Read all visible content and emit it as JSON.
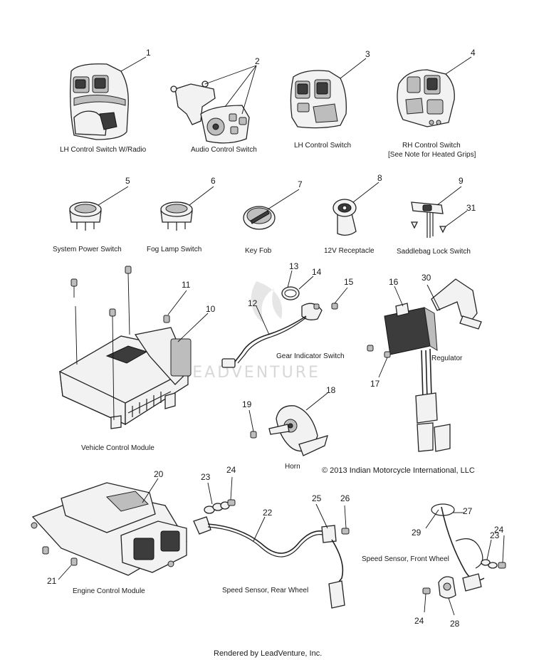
{
  "callouts": {
    "n1": "1",
    "n2": "2",
    "n3": "3",
    "n4": "4",
    "n5": "5",
    "n6": "6",
    "n7": "7",
    "n8": "8",
    "n9": "9",
    "n31a": "31",
    "n13": "13",
    "n14": "14",
    "n15": "15",
    "n12": "12",
    "n16": "16",
    "n30": "30",
    "n11": "11",
    "n10": "10",
    "n17": "17",
    "n18": "18",
    "n19": "19",
    "n20": "20",
    "n21": "21",
    "n22": "22",
    "n23a": "23",
    "n24a": "24",
    "n25": "25",
    "n26": "26",
    "n27": "27",
    "n29": "29",
    "n23b": "23",
    "n24b": "24",
    "n24c": "24",
    "n28": "28"
  },
  "labels": {
    "lh_radio": "LH Control Switch W/Radio",
    "audio": "Audio Control Switch",
    "lh": "LH Control Switch",
    "rh_line1": "RH Control Switch",
    "rh_line2": "[See Note for Heated Grips]",
    "sys_power": "System Power Switch",
    "fog": "Fog Lamp Switch",
    "keyfob": "Key Fob",
    "receptacle": "12V Receptacle",
    "saddlebag": "Saddlebag Lock Switch",
    "gear": "Gear Indicator Switch",
    "regulator": "Regulator",
    "vcm": "Vehicle Control Module",
    "horn": "Horn",
    "ecm": "Engine Control Module",
    "speed_rear": "Speed Sensor, Rear Wheel",
    "speed_front": "Speed Sensor, Front Wheel"
  },
  "copyright": "© 2013 Indian Motorcycle International, LLC",
  "watermark": "LEADVENTURE",
  "footer": "Rendered by LeadVenture, Inc."
}
